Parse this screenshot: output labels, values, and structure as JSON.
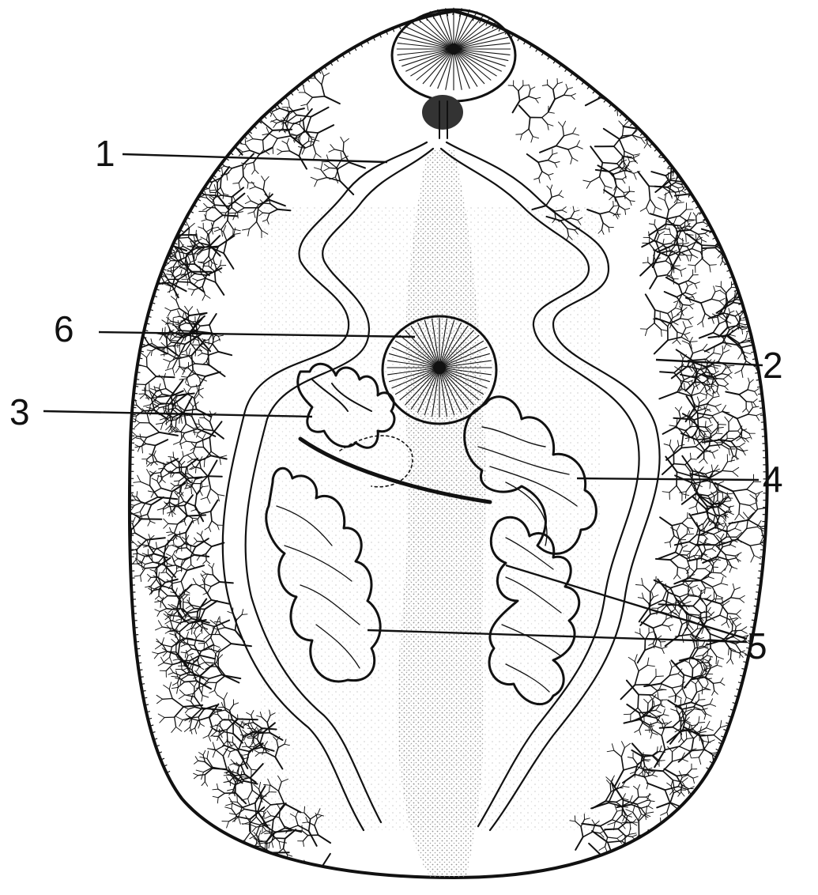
{
  "figure": {
    "labels": {
      "l1": "1",
      "l2": "2",
      "l3": "3",
      "l4": "4",
      "l5": "5",
      "l6": "6"
    },
    "colors": {
      "ink": "#111111",
      "paper": "#ffffff",
      "stipple": "#9a9a9a"
    }
  }
}
